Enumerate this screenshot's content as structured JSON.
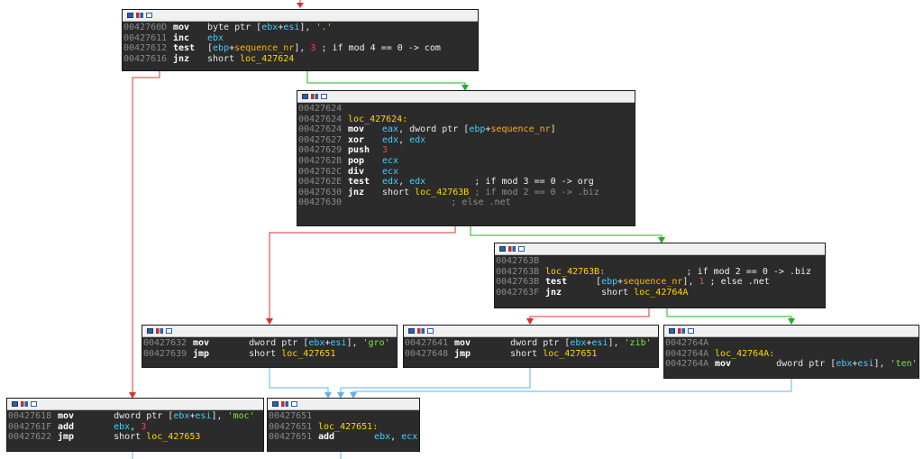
{
  "nodes": [
    {
      "id": "n_42760D",
      "lines": [
        {
          "addr": "0042760D",
          "mn": "mov",
          "ops": [
            {
              "t": "byte ptr [",
              "c": "ops"
            },
            {
              "t": "ebx",
              "c": "reg"
            },
            {
              "t": "+",
              "c": "ops"
            },
            {
              "t": "esi",
              "c": "reg"
            },
            {
              "t": "], ",
              "c": "ops"
            },
            {
              "t": "'.'",
              "c": "str"
            }
          ]
        },
        {
          "addr": "00427611",
          "mn": "inc",
          "ops": [
            {
              "t": "ebx",
              "c": "reg"
            }
          ]
        },
        {
          "addr": "00427612",
          "mn": "test",
          "ops": [
            {
              "t": "[",
              "c": "ops"
            },
            {
              "t": "ebp",
              "c": "reg"
            },
            {
              "t": "+",
              "c": "ops"
            },
            {
              "t": "sequence_nr",
              "c": "var"
            },
            {
              "t": "], ",
              "c": "ops"
            },
            {
              "t": "3",
              "c": "num"
            },
            {
              "t": " ; if mod 4 == 0 -> com",
              "c": "cmtw"
            }
          ]
        },
        {
          "addr": "00427616",
          "mn": "jnz",
          "ops": [
            {
              "t": "short ",
              "c": "ops"
            },
            {
              "t": "loc_427624",
              "c": "label"
            }
          ]
        }
      ]
    },
    {
      "id": "n_427624",
      "lines": [
        {
          "addr": "00427624",
          "mn": "",
          "ops": []
        },
        {
          "addr": "00427624",
          "mn": "",
          "ops": [
            {
              "t": "loc_427624:",
              "c": "label"
            }
          ]
        },
        {
          "addr": "00427624",
          "mn": "mov",
          "ops": [
            {
              "t": "eax",
              "c": "reg"
            },
            {
              "t": ", dword ptr [",
              "c": "ops"
            },
            {
              "t": "ebp",
              "c": "reg"
            },
            {
              "t": "+",
              "c": "ops"
            },
            {
              "t": "sequence_nr",
              "c": "var"
            },
            {
              "t": "]",
              "c": "ops"
            }
          ]
        },
        {
          "addr": "00427627",
          "mn": "xor",
          "ops": [
            {
              "t": "edx",
              "c": "reg"
            },
            {
              "t": ", ",
              "c": "ops"
            },
            {
              "t": "edx",
              "c": "reg"
            }
          ]
        },
        {
          "addr": "00427629",
          "mn": "push",
          "ops": [
            {
              "t": "3",
              "c": "num"
            }
          ]
        },
        {
          "addr": "0042762B",
          "mn": "pop",
          "ops": [
            {
              "t": "ecx",
              "c": "reg"
            }
          ]
        },
        {
          "addr": "0042762C",
          "mn": "div",
          "ops": [
            {
              "t": "ecx",
              "c": "reg"
            }
          ]
        },
        {
          "addr": "0042762E",
          "mn": "test",
          "ops": [
            {
              "t": "edx",
              "c": "reg"
            },
            {
              "t": ", ",
              "c": "ops"
            },
            {
              "t": "edx",
              "c": "reg"
            },
            {
              "t": "         ; if mod 3 == 0 -> org",
              "c": "cmtw"
            }
          ]
        },
        {
          "addr": "00427630",
          "mn": "jnz",
          "ops": [
            {
              "t": "short ",
              "c": "ops"
            },
            {
              "t": "loc_42763B",
              "c": "label"
            },
            {
              "t": " ; if mod 2 == 0 -> .biz",
              "c": "cmt"
            }
          ]
        },
        {
          "addr": "00427630",
          "mn": "",
          "ops": [
            {
              "t": "                   ; else .net",
              "c": "cmt"
            }
          ]
        }
      ]
    },
    {
      "id": "n_42763B",
      "lines": [
        {
          "addr": "0042763B",
          "mn": "",
          "ops": []
        },
        {
          "addr": "0042763B",
          "mn": "",
          "ops": [
            {
              "t": "loc_42763B:",
              "c": "label"
            },
            {
              "t": "               ; if mod 2 == 0 -> .biz",
              "c": "cmtw"
            }
          ]
        },
        {
          "addr": "0042763B",
          "mn": "test",
          "ops": [
            {
              "t": "   [",
              "c": "ops"
            },
            {
              "t": "ebp",
              "c": "reg"
            },
            {
              "t": "+",
              "c": "ops"
            },
            {
              "t": "sequence_nr",
              "c": "var"
            },
            {
              "t": "], ",
              "c": "ops"
            },
            {
              "t": "1",
              "c": "num"
            },
            {
              "t": " ; else .net",
              "c": "cmtw"
            }
          ]
        },
        {
          "addr": "0042763F",
          "mn": "jnz",
          "ops": [
            {
              "t": "    short ",
              "c": "ops"
            },
            {
              "t": "loc_42764A",
              "c": "label"
            }
          ]
        }
      ]
    },
    {
      "id": "n_427632",
      "lines": [
        {
          "addr": "00427632",
          "mn": "mov",
          "ops": [
            {
              "t": "    dword ptr [",
              "c": "ops"
            },
            {
              "t": "ebx",
              "c": "reg"
            },
            {
              "t": "+",
              "c": "ops"
            },
            {
              "t": "esi",
              "c": "reg"
            },
            {
              "t": "], ",
              "c": "ops"
            },
            {
              "t": "'gro'",
              "c": "str"
            }
          ]
        },
        {
          "addr": "00427639",
          "mn": "jmp",
          "ops": [
            {
              "t": "    short ",
              "c": "ops"
            },
            {
              "t": "loc_427651",
              "c": "label"
            }
          ]
        }
      ]
    },
    {
      "id": "n_427641",
      "lines": [
        {
          "addr": "00427641",
          "mn": "mov",
          "ops": [
            {
              "t": "    dword ptr [",
              "c": "ops"
            },
            {
              "t": "ebx",
              "c": "reg"
            },
            {
              "t": "+",
              "c": "ops"
            },
            {
              "t": "esi",
              "c": "reg"
            },
            {
              "t": "], ",
              "c": "ops"
            },
            {
              "t": "'zib'",
              "c": "str"
            }
          ]
        },
        {
          "addr": "00427648",
          "mn": "jmp",
          "ops": [
            {
              "t": "    short ",
              "c": "ops"
            },
            {
              "t": "loc_427651",
              "c": "label"
            }
          ]
        }
      ]
    },
    {
      "id": "n_42764A",
      "lines": [
        {
          "addr": "0042764A",
          "mn": "",
          "ops": []
        },
        {
          "addr": "0042764A",
          "mn": "",
          "ops": [
            {
              "t": "loc_42764A:",
              "c": "label"
            }
          ]
        },
        {
          "addr": "0042764A",
          "mn": "mov",
          "ops": [
            {
              "t": "     dword ptr [",
              "c": "ops"
            },
            {
              "t": "ebx",
              "c": "reg"
            },
            {
              "t": "+",
              "c": "ops"
            },
            {
              "t": "esi",
              "c": "reg"
            },
            {
              "t": "], ",
              "c": "ops"
            },
            {
              "t": "'ten'",
              "c": "str"
            }
          ]
        }
      ]
    },
    {
      "id": "n_427618",
      "lines": [
        {
          "addr": "00427618",
          "mn": "mov",
          "ops": [
            {
              "t": "    dword ptr [",
              "c": "ops"
            },
            {
              "t": "ebx",
              "c": "reg"
            },
            {
              "t": "+",
              "c": "ops"
            },
            {
              "t": "esi",
              "c": "reg"
            },
            {
              "t": "], ",
              "c": "ops"
            },
            {
              "t": "'moc'",
              "c": "str"
            }
          ]
        },
        {
          "addr": "0042761F",
          "mn": "add",
          "ops": [
            {
              "t": "    ebx",
              "c": "reg"
            },
            {
              "t": ", ",
              "c": "ops"
            },
            {
              "t": "3",
              "c": "num"
            }
          ]
        },
        {
          "addr": "00427622",
          "mn": "jmp",
          "ops": [
            {
              "t": "    short ",
              "c": "ops"
            },
            {
              "t": "loc_427653",
              "c": "label"
            }
          ]
        }
      ]
    },
    {
      "id": "n_427651",
      "lines": [
        {
          "addr": "00427651",
          "mn": "",
          "ops": []
        },
        {
          "addr": "00427651",
          "mn": "",
          "ops": [
            {
              "t": "loc_427651:",
              "c": "label"
            }
          ]
        },
        {
          "addr": "00427651",
          "mn": "add",
          "ops": [
            {
              "t": "    ebx",
              "c": "reg"
            },
            {
              "t": ", ",
              "c": "ops"
            },
            {
              "t": "ecx",
              "c": "reg"
            }
          ]
        }
      ]
    }
  ],
  "colors": {
    "edge_taken": "#20b020",
    "edge_not_taken": "#e03030",
    "edge_unconditional": "#60b0e8",
    "node_bg": "#2b2b2b"
  }
}
